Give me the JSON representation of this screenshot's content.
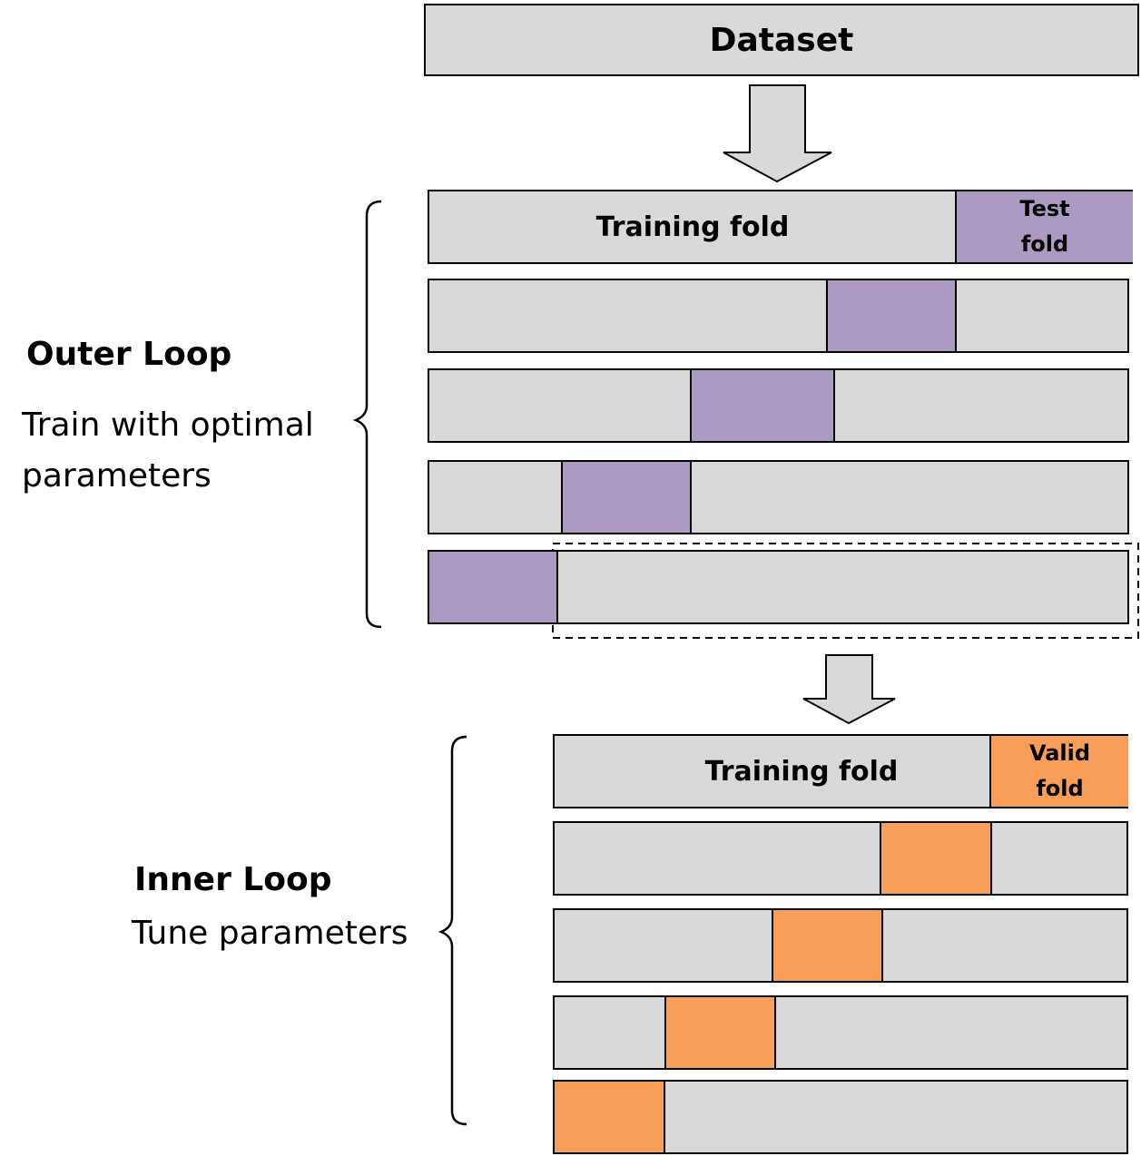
{
  "dataset_label": "Dataset",
  "outer_loop": {
    "title": "Outer Loop",
    "description_line1": "Train with optimal",
    "description_line2": "parameters",
    "training_label": "Training fold",
    "test_label_line1": "Test",
    "test_label_line2": "fold",
    "fold_color": "#ab9bc3",
    "fold_count": 5
  },
  "inner_loop": {
    "title": "Inner Loop",
    "description": "Tune parameters",
    "training_label": "Training fold",
    "valid_label_line1": "Valid",
    "valid_label_line2": "fold",
    "fold_color": "#f79e59",
    "fold_count": 5
  },
  "colors": {
    "box_fill": "#d9d9d9",
    "arrow_fill": "#d9d9d9",
    "stroke": "#000000"
  }
}
